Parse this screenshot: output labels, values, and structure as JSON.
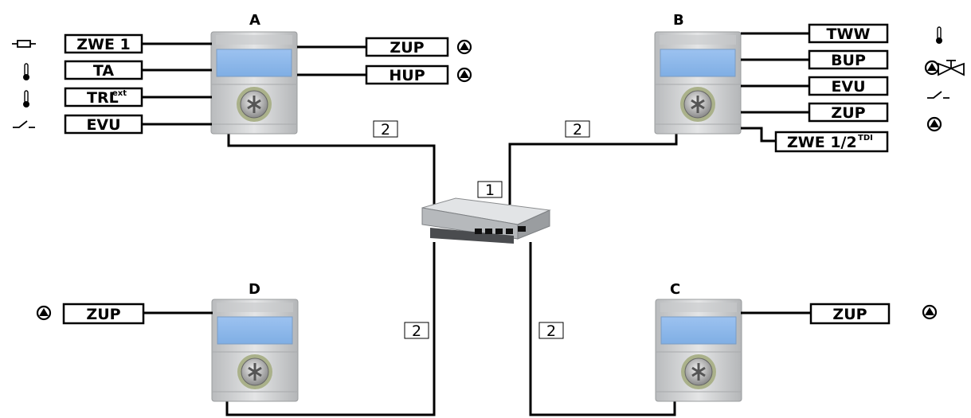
{
  "controllers": {
    "A": {
      "label": "A",
      "left_labels": [
        "ZWE 1",
        "TA",
        "TRL",
        "EVU"
      ],
      "left_sup": "ext",
      "right_labels": [
        "ZUP",
        "HUP"
      ]
    },
    "B": {
      "label": "B",
      "right_labels": [
        "TWW",
        "BUP",
        "EVU",
        "ZUP"
      ],
      "extra_main": "ZWE 1/2",
      "extra_sup": "TDI"
    },
    "C": {
      "label": "C",
      "right_labels": [
        "ZUP"
      ]
    },
    "D": {
      "label": "D",
      "left_labels": [
        "ZUP"
      ]
    }
  },
  "cable_tags": {
    "switch_uplink": "1",
    "a": "2",
    "b": "2",
    "d": "2",
    "c": "2"
  },
  "icons": {
    "a_left": [
      "heater-rod-icon",
      "thermometer-icon",
      "thermometer-icon",
      "switch-contact-icon"
    ],
    "a_right": [
      "pump-icon",
      "pump-icon"
    ],
    "b_right": [
      "thermometer-icon",
      "pump-valve-icon",
      "switch-contact-icon",
      "pump-icon"
    ],
    "c_right": [
      "pump-icon"
    ],
    "d_left": [
      "pump-icon"
    ]
  },
  "colors": {
    "line": "#000000",
    "display": "#8fb8ea",
    "body": "#cfd1d3"
  }
}
